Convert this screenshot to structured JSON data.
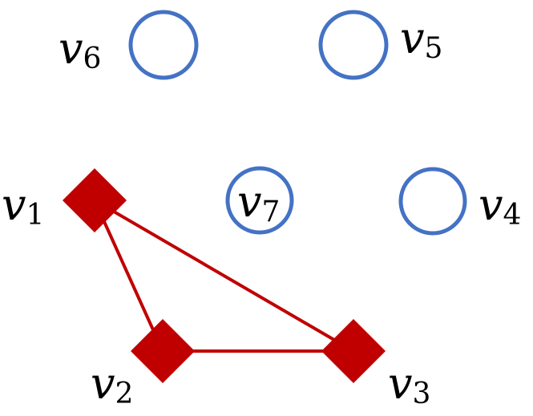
{
  "colors": {
    "unselected_vertex": "#4472C4",
    "selected_vertex": "#C00000",
    "edge": "#C00000",
    "label": "#000000"
  },
  "vertices": [
    {
      "id": "v1",
      "label": "v",
      "subscript": "1",
      "shape": "diamond",
      "selected": true
    },
    {
      "id": "v2",
      "label": "v",
      "subscript": "2",
      "shape": "diamond",
      "selected": true
    },
    {
      "id": "v3",
      "label": "v",
      "subscript": "3",
      "shape": "diamond",
      "selected": true
    },
    {
      "id": "v4",
      "label": "v",
      "subscript": "4",
      "shape": "circle",
      "selected": false
    },
    {
      "id": "v5",
      "label": "v",
      "subscript": "5",
      "shape": "circle",
      "selected": false
    },
    {
      "id": "v6",
      "label": "v",
      "subscript": "6",
      "shape": "circle",
      "selected": false
    },
    {
      "id": "v7",
      "label": "v",
      "subscript": "7",
      "shape": "circle",
      "selected": false
    }
  ],
  "edges": [
    {
      "from": "v1",
      "to": "v2"
    },
    {
      "from": "v1",
      "to": "v3"
    },
    {
      "from": "v2",
      "to": "v3"
    }
  ]
}
